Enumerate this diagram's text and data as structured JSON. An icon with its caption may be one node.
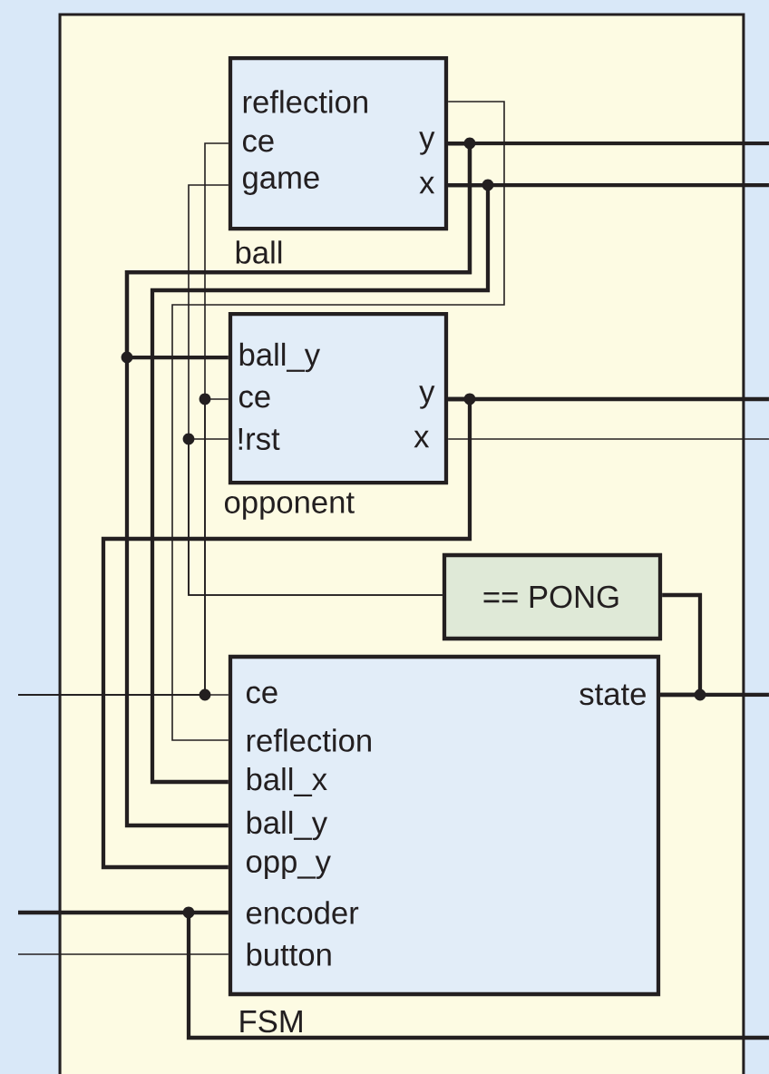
{
  "diagram": {
    "nodes": [
      {
        "text": [
          "reflection",
          "ce",
          "game",
          "y",
          "x",
          "ball"
        ]
      },
      {
        "text": [
          "ball_y",
          "ce",
          "y",
          "!rst",
          "x",
          "opponent"
        ]
      },
      {
        "text": [
          "== PONG"
        ]
      },
      {
        "text": [
          "ce",
          "state",
          "reflection",
          "ball_x",
          "ball_y",
          "opp_y",
          "encoder",
          "button",
          "FSM"
        ]
      }
    ],
    "edges": [
      {
        "from": 0,
        "to": 3,
        "arrow": "none"
      },
      {
        "from": 0,
        "to": null,
        "arrow": "none"
      },
      {
        "from": 0,
        "to": 1,
        "arrow": "none"
      },
      {
        "from": 0,
        "to": 3,
        "arrow": "none"
      },
      {
        "from": 0,
        "to": null,
        "arrow": "none"
      },
      {
        "from": 0,
        "to": 3,
        "arrow": "none"
      },
      {
        "from": null,
        "to": 3,
        "arrow": "none"
      },
      {
        "from": null,
        "to": 1,
        "arrow": "none"
      },
      {
        "from": null,
        "to": 0,
        "arrow": "none"
      },
      {
        "from": 2,
        "to": 0,
        "arrow": "none"
      },
      {
        "from": 2,
        "to": 1,
        "arrow": "none"
      },
      {
        "from": 1,
        "to": null,
        "arrow": "none"
      },
      {
        "from": 1,
        "to": 3,
        "arrow": "none"
      },
      {
        "from": 1,
        "to": null,
        "arrow": "none"
      },
      {
        "from": 3,
        "to": null,
        "arrow": "none"
      },
      {
        "from": 3,
        "to": 2,
        "arrow": "none"
      },
      {
        "from": null,
        "to": 3,
        "arrow": "none"
      },
      {
        "from": null,
        "to": 3,
        "arrow": "none"
      }
    ]
  }
}
